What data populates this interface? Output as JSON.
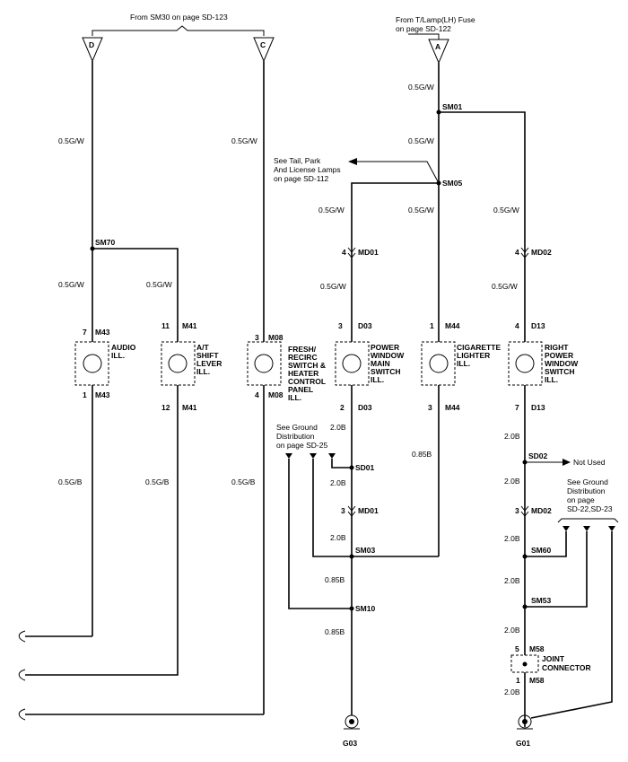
{
  "refs": {
    "top_left": "From SM30 on page SD-123",
    "top_right_1": "From T/Lamp(LH) Fuse",
    "top_right_2": "on page SD-122",
    "tail_1": "See Tail, Park",
    "tail_2": "And License Lamps",
    "tail_3": "on page SD-112",
    "ground_mid_1": "See Ground",
    "ground_mid_2": "Distribution",
    "ground_mid_3": "on page SD-25",
    "ground_right_1": "See Ground",
    "ground_right_2": "Distribution",
    "ground_right_3": "on page",
    "ground_right_4": "SD-22,SD-23",
    "not_used": "Not Used"
  },
  "terminals": {
    "d": "D",
    "c": "C",
    "a": "A"
  },
  "wires": {
    "g_w": "0.5G/W",
    "g_b": "0.5G/B",
    "b_2": "2.0B",
    "b_085": "0.85B"
  },
  "splices": {
    "sm01": "SM01",
    "sm05": "SM05",
    "sm70": "SM70",
    "sd01": "SD01",
    "sm03": "SM03",
    "sm10": "SM10",
    "sd02": "SD02",
    "sm60": "SM60",
    "sm53": "SM53"
  },
  "connectors": {
    "m43": "M43",
    "m41": "M41",
    "m08": "M08",
    "md01": "MD01",
    "d03": "D03",
    "m44": "M44",
    "md02": "MD02",
    "d13": "D13",
    "m58": "M58"
  },
  "pins": {
    "p1": "1",
    "p2": "2",
    "p3": "3",
    "p4": "4",
    "p5": "5",
    "p7": "7",
    "p11": "11",
    "p12": "12"
  },
  "components": {
    "audio_1": "AUDIO",
    "audio_2": "ILL.",
    "at_1": "A/T",
    "at_2": "SHIFT",
    "at_3": "LEVER",
    "at_4": "ILL.",
    "fresh_1": "FRESH/",
    "fresh_2": "RECIRC",
    "fresh_3": "SWITCH &",
    "fresh_4": "HEATER",
    "fresh_5": "CONTROL",
    "fresh_6": "PANEL",
    "fresh_7": "ILL.",
    "pwr_1": "POWER",
    "pwr_2": "WINDOW",
    "pwr_3": "MAIN",
    "pwr_4": "SWITCH",
    "pwr_5": "ILL.",
    "cig_1": "CIGARETTE",
    "cig_2": "LIGHTER",
    "cig_3": "ILL.",
    "rpw_1": "RIGHT",
    "rpw_2": "POWER",
    "rpw_3": "WINDOW",
    "rpw_4": "SWITCH",
    "rpw_5": "ILL.",
    "joint_1": "JOINT",
    "joint_2": "CONNECTOR"
  },
  "grounds": {
    "g03": "G03",
    "g01": "G01"
  }
}
